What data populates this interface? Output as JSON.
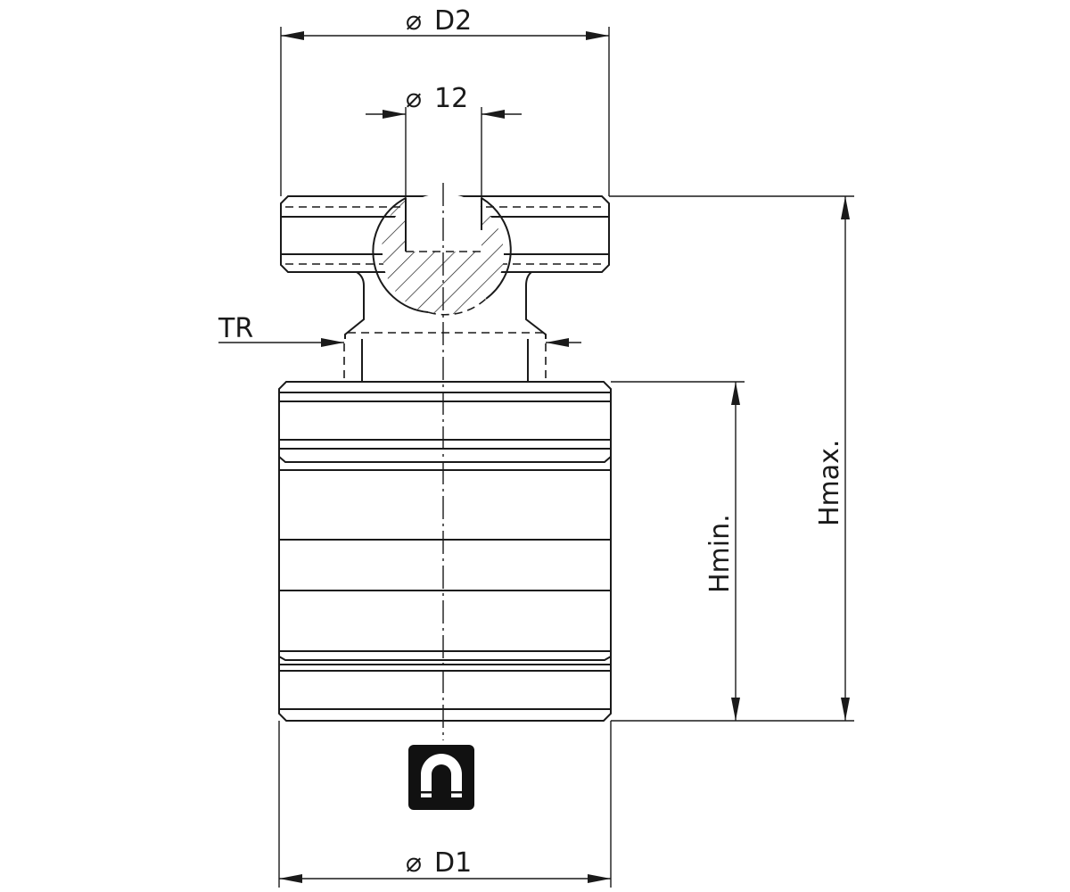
{
  "dimensions": {
    "d2": {
      "symbol": "⌀",
      "label": "D2"
    },
    "bore": {
      "symbol": "⌀",
      "label": "12"
    },
    "thread": {
      "label": "TR"
    },
    "hmax": {
      "label": "Hmax."
    },
    "hmin": {
      "label": "Hmin."
    },
    "d1": {
      "symbol": "⌀",
      "label": "D1"
    }
  },
  "icons": {
    "base": "magnet-icon"
  },
  "colors": {
    "line": "#1a1a1a",
    "background": "#ffffff"
  }
}
